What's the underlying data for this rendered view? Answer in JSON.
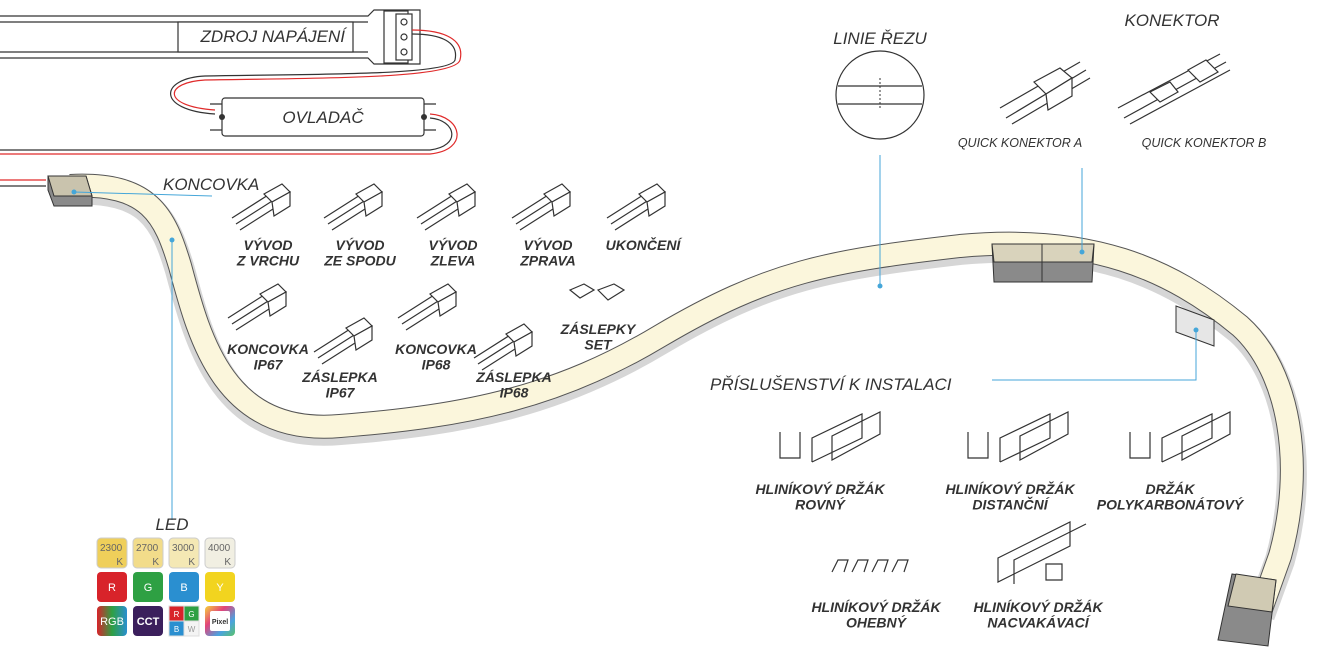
{
  "labels": {
    "zdroj": "ZDROJ NAPÁJENÍ",
    "ovladac": "OVLADAČ",
    "koncovka": "KONCOVKA",
    "linie_rezu": "LINIE ŘEZU",
    "konektor": "KONEKTOR",
    "quick_a": "QUICK KONEKTOR A",
    "quick_b": "QUICK KONEKTOR B",
    "prislusenstvi": "PŘÍSLUŠENSTVÍ K INSTALACI",
    "led": "LED"
  },
  "outlets": [
    {
      "l1": "VÝVOD",
      "l2": "Z VRCHU"
    },
    {
      "l1": "VÝVOD",
      "l2": "ZE SPODU"
    },
    {
      "l1": "VÝVOD",
      "l2": "ZLEVA"
    },
    {
      "l1": "VÝVOD",
      "l2": "ZPRAVA"
    },
    {
      "l1": "UKONČENÍ",
      "l2": ""
    }
  ],
  "caps": [
    {
      "l1": "KONCOVKA",
      "l2": "IP67"
    },
    {
      "l1": "ZÁSLEPKA",
      "l2": "IP67"
    },
    {
      "l1": "KONCOVKA",
      "l2": "IP68"
    },
    {
      "l1": "ZÁSLEPKA",
      "l2": "IP68"
    },
    {
      "l1": "ZÁSLEPKY",
      "l2": "SET"
    }
  ],
  "holders": [
    {
      "l1": "HLINÍKOVÝ DRŽÁK",
      "l2": "ROVNÝ"
    },
    {
      "l1": "HLINÍKOVÝ DRŽÁK",
      "l2": "DISTANČNÍ"
    },
    {
      "l1": "DRŽÁK",
      "l2": "POLYKARBONÁTOVÝ"
    },
    {
      "l1": "HLINÍKOVÝ DRŽÁK",
      "l2": "OHEBNÝ"
    },
    {
      "l1": "HLINÍKOVÝ DRŽÁK",
      "l2": "NACVAKÁVACÍ"
    }
  ],
  "led_swatches": {
    "cct": [
      {
        "value": "2300",
        "unit": "K",
        "color": "#efcf5a"
      },
      {
        "value": "2700",
        "unit": "K",
        "color": "#f2dc8a"
      },
      {
        "value": "3000",
        "unit": "K",
        "color": "#f4e8b4"
      },
      {
        "value": "4000",
        "unit": "K",
        "color": "#f1efe2"
      }
    ],
    "colors": [
      {
        "text": "R",
        "color": "#d8232a"
      },
      {
        "text": "G",
        "color": "#2ea043"
      },
      {
        "text": "B",
        "color": "#2a8fd0"
      },
      {
        "text": "Y",
        "color": "#f2d41f"
      }
    ],
    "modes": [
      {
        "text": "RGB"
      },
      {
        "text": "CCT",
        "color": "#3b1f5c"
      },
      {
        "r": "R",
        "g": "G",
        "b": "B",
        "w": "W"
      },
      {
        "text": "Pixel"
      }
    ]
  },
  "colors": {
    "strip_fill": "#fbf6dc",
    "strip_side": "#d6d6d6",
    "leader": "#45a6d9",
    "wire_red": "#e02b2b"
  }
}
